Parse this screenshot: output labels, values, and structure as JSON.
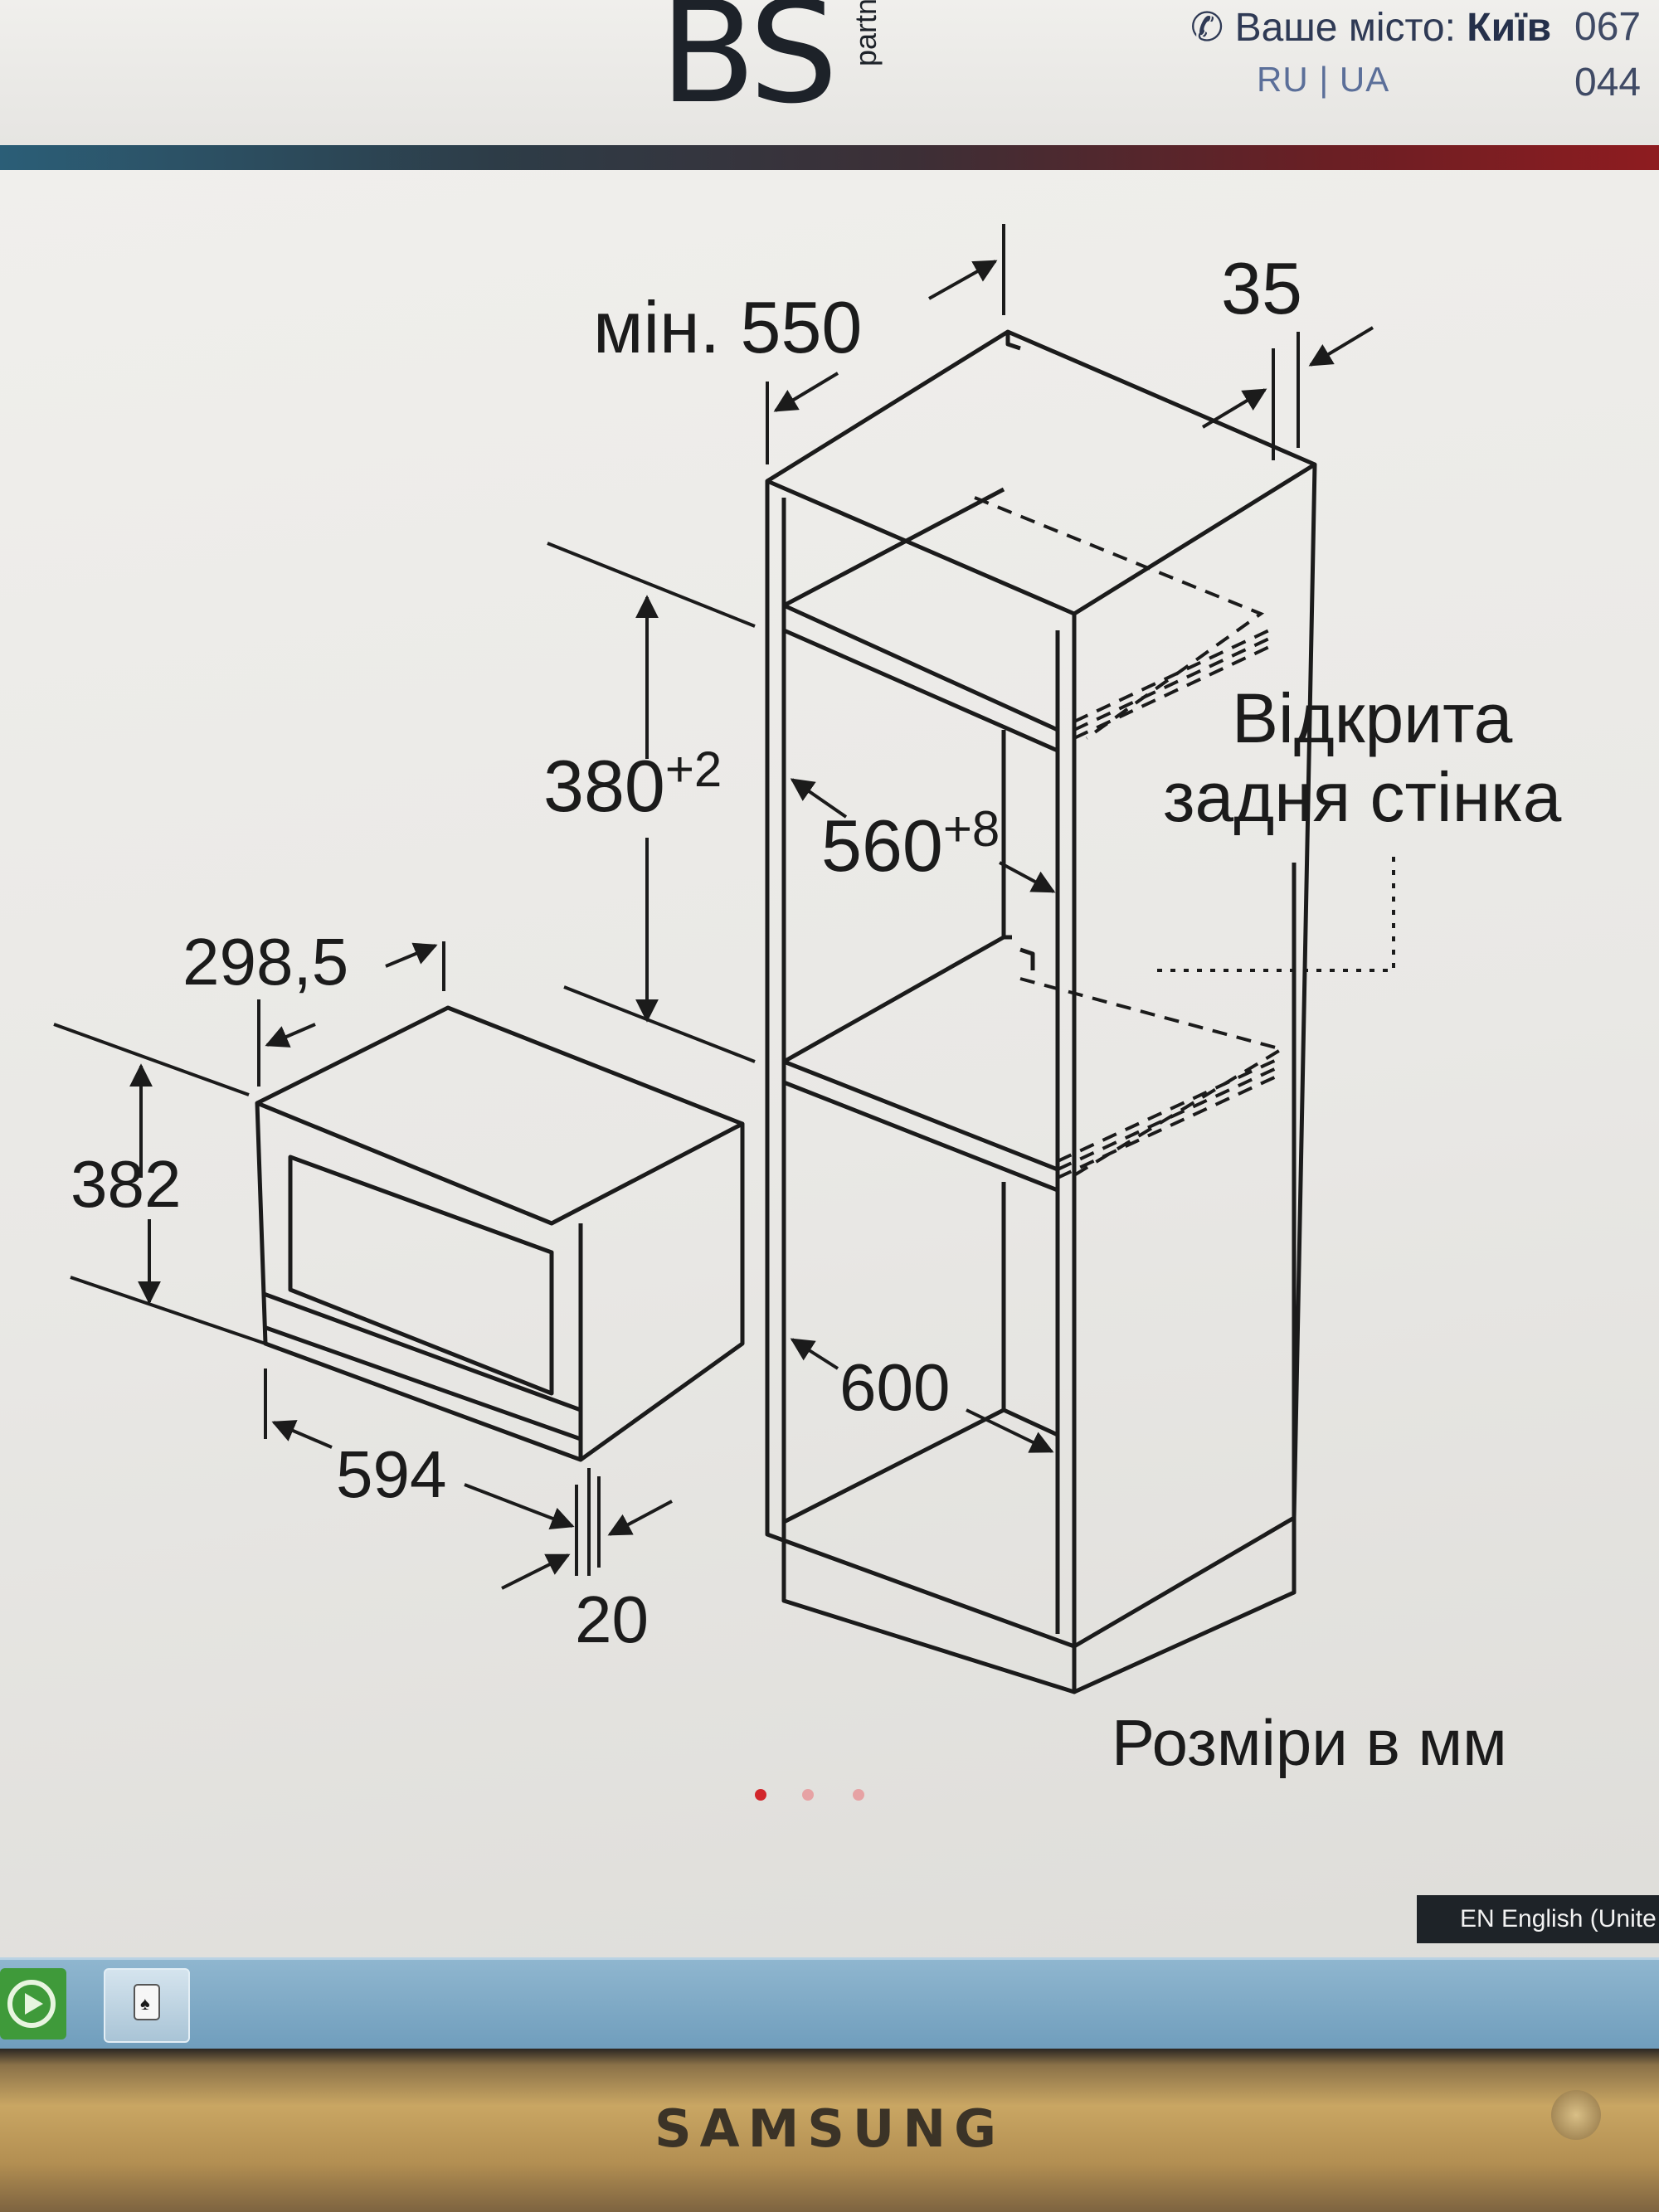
{
  "header": {
    "logo_text": "BS",
    "logo_partner": "partner",
    "city_label": "Ваше місто:",
    "city_value": "Київ",
    "lang_switch": "RU | UA",
    "phones": [
      "067 ",
      "044 "
    ]
  },
  "diagram": {
    "min_depth": "мін. 550",
    "gap": "35",
    "niche_height": "380",
    "niche_height_tol": "+2",
    "niche_width": "560",
    "niche_width_tol": "+8",
    "open_back_line1": "Відкрита",
    "open_back_line2": "задня стінка",
    "appliance_depth": "298,5",
    "appliance_height": "382",
    "appliance_width": "594",
    "front_thickness": "20",
    "cabinet_width": "600",
    "units_note": "Розміри в мм"
  },
  "carousel": {
    "dots": 3,
    "active_color": "#d2262b",
    "inactive_color": "#e6a2a4"
  },
  "system": {
    "language_indicator": "EN English (Unite",
    "taskbar_icons": [
      "refresh-icon",
      "cards-icon"
    ]
  },
  "monitor": {
    "brand": "SAMSUNG"
  }
}
